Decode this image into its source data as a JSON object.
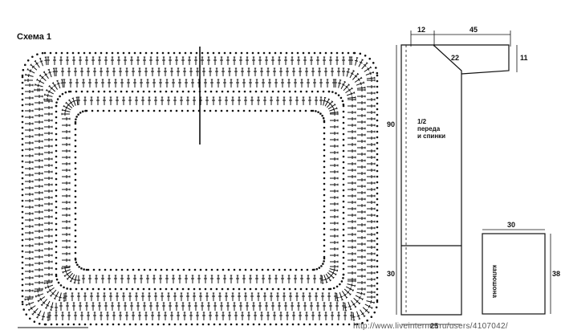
{
  "scheme_title": "Схема 1",
  "pattern_pieces": {
    "front_back_label_line1": "1/2",
    "front_back_label_line2": "переда",
    "front_back_label_line3": "и спинки",
    "hood_label": "капюшона"
  },
  "dimensions": {
    "top_left": "12",
    "top_right": "45",
    "shoulder_right": "11",
    "neck": "22",
    "body_height": "90",
    "lower_height": "30",
    "bottom_width": "25",
    "hood_width": "30",
    "hood_height": "38"
  },
  "watermark": "http://www.liveinternet.ru/users/4107042/",
  "colors": {
    "ink": "#111111",
    "paper": "#ffffff"
  },
  "chart_symbols": [
    "double-crochet-stitch",
    "chain-stitch-dot"
  ]
}
